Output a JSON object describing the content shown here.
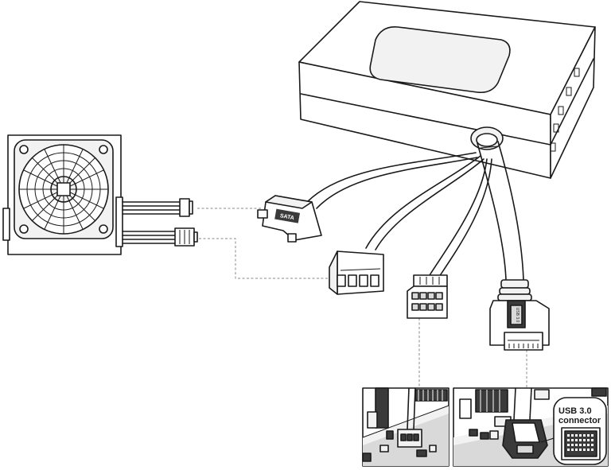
{
  "callout": {
    "line1": "USB 3.0",
    "line2": "connector"
  },
  "sata_plug_label": "SATA",
  "usb_plug_label": "USB 3.0",
  "colors": {
    "line": "#1a1a1a",
    "leader_dash": "#8a8a8a",
    "fill_light": "#f2f2f2",
    "fill_mid": "#d9d9d9"
  },
  "components": [
    "psu-icon",
    "hub-box-icon",
    "sata-power-plug",
    "molex-plug",
    "fan-header-plug",
    "usb3-header-plug",
    "motherboard-fan-header-inset",
    "motherboard-usb3-inset"
  ]
}
